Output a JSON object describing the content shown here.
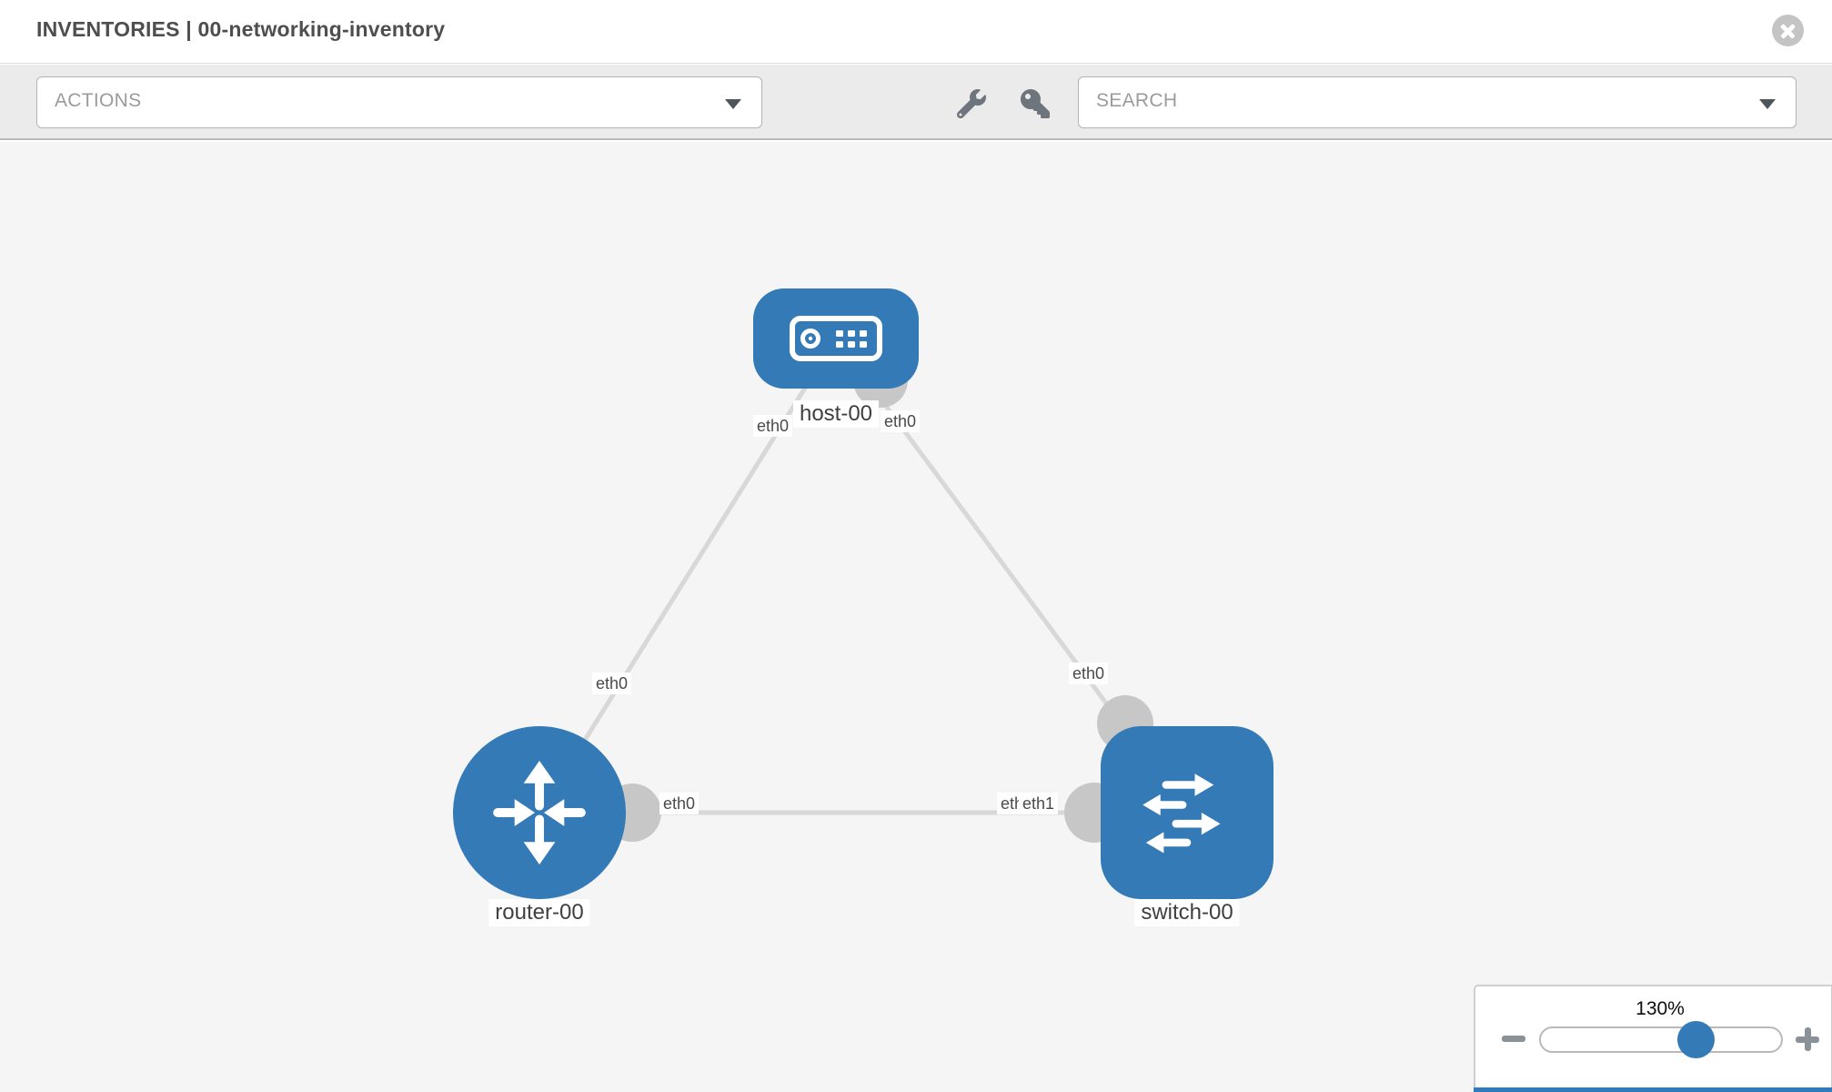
{
  "header": {
    "title": "INVENTORIES | 00-networking-inventory"
  },
  "toolbar": {
    "actions": {
      "label": "ACTIONS"
    },
    "search": {
      "label": "SEARCH"
    },
    "icons": [
      "wrench-icon",
      "key-icon"
    ]
  },
  "topology": {
    "nodes": [
      {
        "label": "host-00",
        "type": "host"
      },
      {
        "label": "router-00",
        "type": "router"
      },
      {
        "label": "switch-00",
        "type": "switch"
      }
    ],
    "links": [
      {
        "from": "router-00",
        "to": "host-00",
        "from_interface": "eth0",
        "to_interface": "eth0"
      },
      {
        "from": "switch-00",
        "to": "host-00",
        "from_interface": "eth0",
        "to_interface": "eth0"
      },
      {
        "from": "router-00",
        "to": "switch-00",
        "from_interface": "eth0",
        "to_interface": "eth1"
      }
    ],
    "interface_labels": {
      "host_left": "eth0",
      "host_right": "eth0",
      "router_top": "eth0",
      "switch_top": "eth0",
      "router_right": "eth0",
      "switch_left_under": "eth0",
      "switch_left_over": "eth1"
    }
  },
  "zoom_control": {
    "level": "130%"
  },
  "colors": {
    "node_fill": "#337ab7",
    "link_stroke": "#d8d8d8",
    "endpoint_fill": "#c7c7c7",
    "canvas_bg": "#f5f5f5",
    "slider_handle": "#337ab7"
  }
}
